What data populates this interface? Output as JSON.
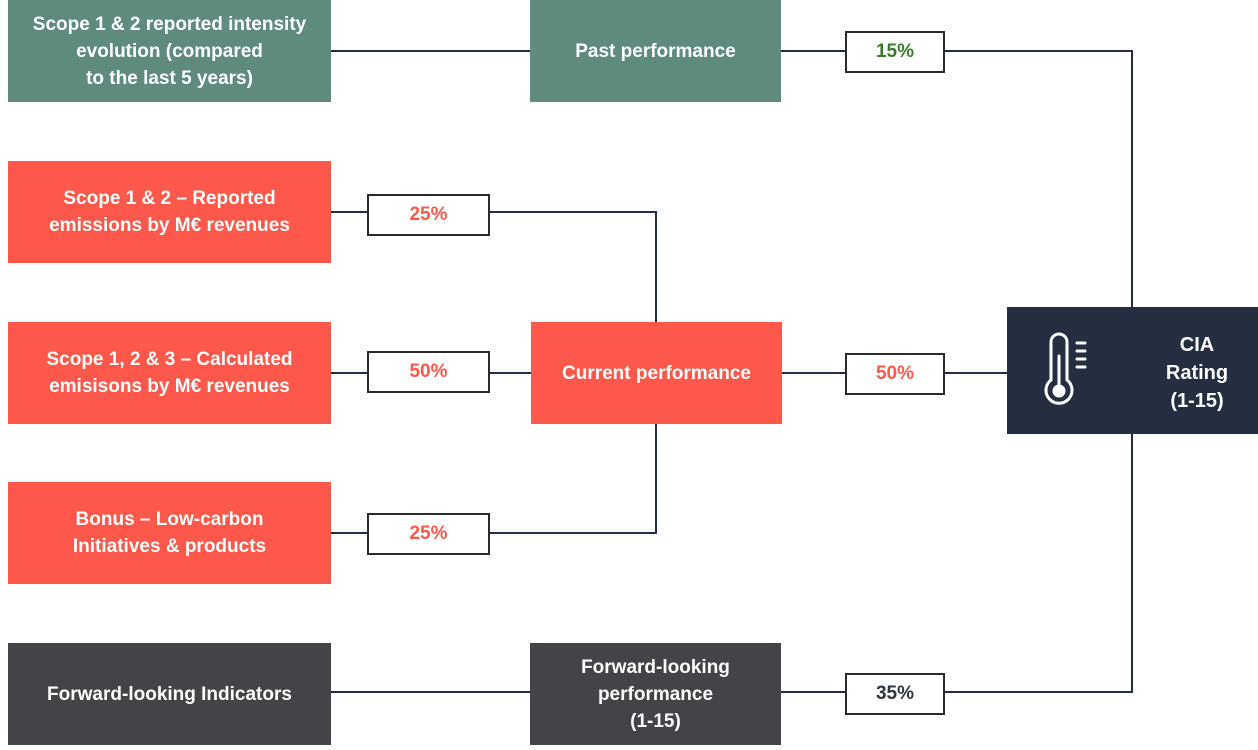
{
  "colors": {
    "past": "#5e8b7e",
    "current": "#fe584c",
    "forward": "#434448",
    "rating": "#252e41",
    "pct_past": "#3a7a2c",
    "pct_current": "#fe584c",
    "pct_forward": "#2e3640",
    "connector": "#252e41"
  },
  "inputs": {
    "past_indicator": "Scope 1 & 2 reported intensity\nevolution (compared\nto the last 5 years)",
    "scope12": "Scope 1 & 2 – Reported\nemissions by M€ revenues",
    "scope123": "Scope 1, 2 & 3 – Calculated\nemisisons by M€ revenues",
    "bonus": "Bonus – Low-carbon\nInitiatives & products",
    "forward_indicators": "Forward-looking Indicators"
  },
  "subweights": {
    "scope12": "25%",
    "scope123": "50%",
    "bonus": "25%"
  },
  "performances": {
    "past": "Past performance",
    "current": "Current performance",
    "forward": "Forward-looking\nperformance\n(1-15)"
  },
  "weights": {
    "past": "15%",
    "current": "50%",
    "forward": "35%"
  },
  "rating": {
    "label": "CIA\nRating\n(1-15)",
    "icon": "thermometer-icon"
  }
}
